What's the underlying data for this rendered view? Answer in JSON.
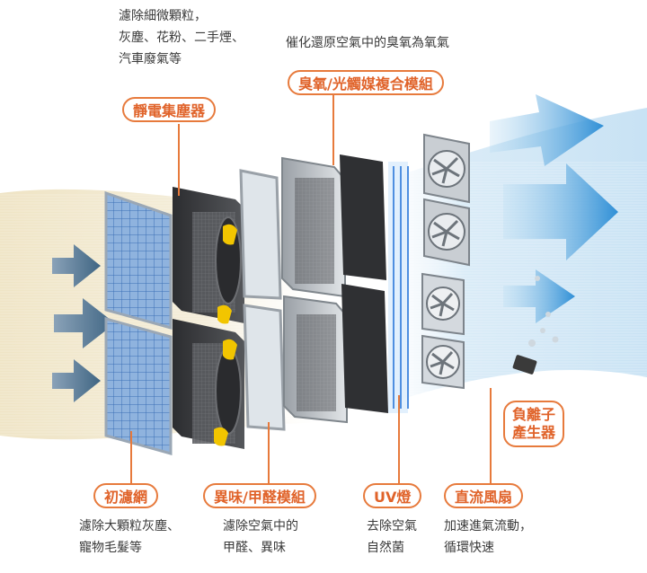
{
  "labels": {
    "electrostatic": {
      "title": "靜電集塵器",
      "desc": [
        "濾除細微顆粒，",
        "灰塵、花粉、二手煙、",
        "汽車廢氣等"
      ]
    },
    "ozone_photocatalyst": {
      "title": "臭氧/光觸媒複合模組",
      "desc": [
        "催化還原空氣中的臭氧為氧氣"
      ]
    },
    "pre_filter": {
      "title": "初濾網",
      "desc": [
        "濾除大顆粒灰塵、",
        "寵物毛髮等"
      ]
    },
    "odor_formaldehyde": {
      "title": "異味/甲醛模組",
      "desc": [
        "濾除空氣中的",
        "甲醛、異味"
      ]
    },
    "uv_lamp": {
      "title": "UV燈",
      "desc": [
        "去除空氣",
        "自然菌"
      ]
    },
    "dc_fan": {
      "title": "直流風扇",
      "desc": [
        "加速進氣流動，",
        "循環快速"
      ]
    },
    "negative_ion": {
      "title": [
        "負離子",
        "產生器"
      ]
    }
  },
  "colors": {
    "accent": "#e77a3c",
    "accent_text": "#e0632a",
    "arrow_blue": "#4a9fd8",
    "airflow_warm": "#e9dcb8"
  }
}
